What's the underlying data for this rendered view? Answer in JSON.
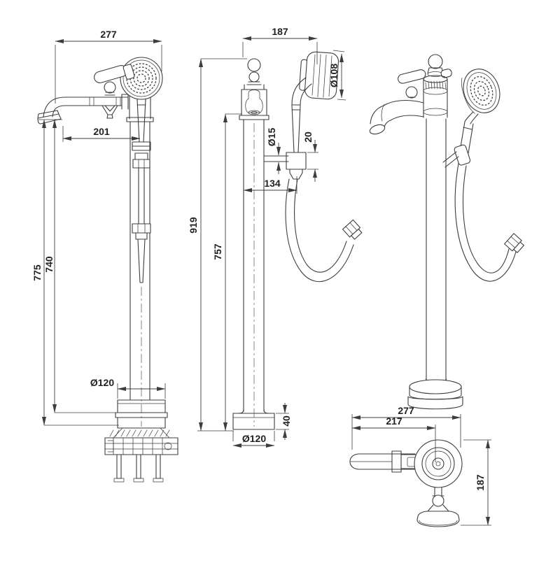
{
  "meta": {
    "drawing_type": "freestanding bath shower mixer dimensional drawing",
    "units": "mm",
    "line_color": "#3d3d3d",
    "text_color": "#222222",
    "background": "#ffffff"
  },
  "views": {
    "front": {
      "label": "front-elevation",
      "dims": {
        "overall_width": "277",
        "spout_reach": "201",
        "height_overall": "775",
        "height_to_spout": "740",
        "base_diameter": "Ø120"
      }
    },
    "side": {
      "label": "side-elevation",
      "dims": {
        "overall_depth": "187",
        "handset_diameter": "Ø108",
        "bar_diameter": "Ø15",
        "bracket_depth": "20",
        "bar_length": "134",
        "height_overall": "919",
        "column_height": "757",
        "base_height": "40",
        "base_diameter": "Ø120"
      }
    },
    "plan": {
      "label": "plan-view",
      "dims": {
        "overall_width": "277",
        "spout_reach": "217",
        "overall_depth": "187"
      }
    },
    "perspective": {
      "label": "perspective-view"
    }
  }
}
